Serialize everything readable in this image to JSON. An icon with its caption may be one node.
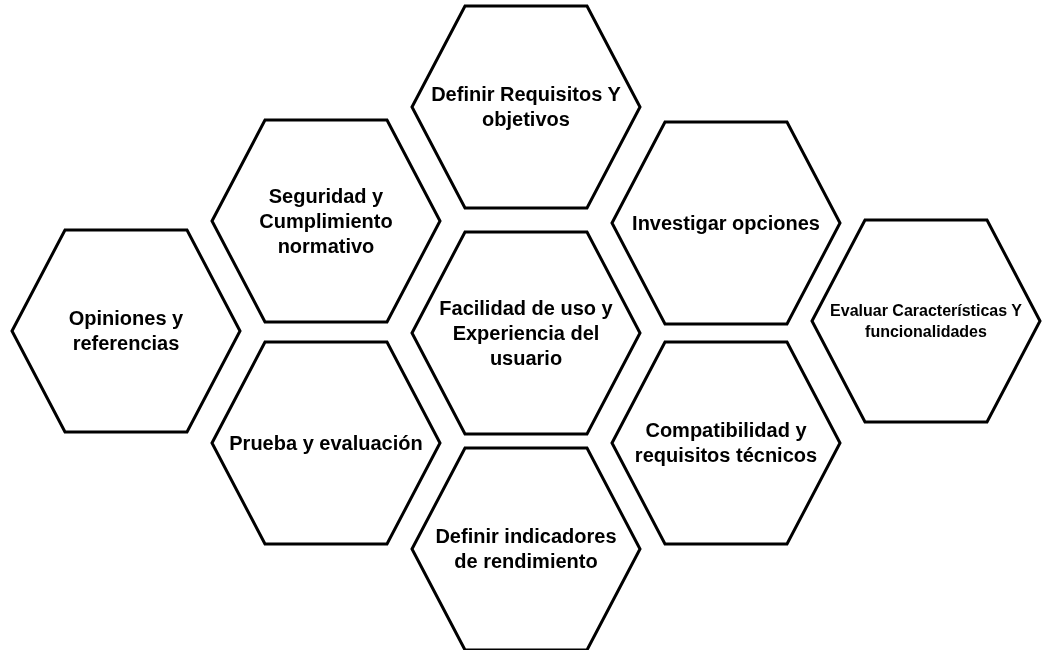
{
  "diagram": {
    "nodes": [
      {
        "text": [
          "Definir Requisitos Y objetivos"
        ]
      },
      {
        "text": [
          "Seguridad y Cumplimiento normativo"
        ]
      },
      {
        "text": [
          "Investigar opciones"
        ]
      },
      {
        "text": [
          "Opiniones y referencias"
        ]
      },
      {
        "text": [
          "Facilidad de uso y Experiencia del usuario"
        ]
      },
      {
        "text": [
          "Evaluar Características Y funcionalidades"
        ]
      },
      {
        "text": [
          "Prueba y evaluación"
        ]
      },
      {
        "text": [
          "Compatibilidad y requisitos técnicos"
        ]
      },
      {
        "text": [
          "Definir indicadores de rendimiento"
        ]
      }
    ]
  }
}
